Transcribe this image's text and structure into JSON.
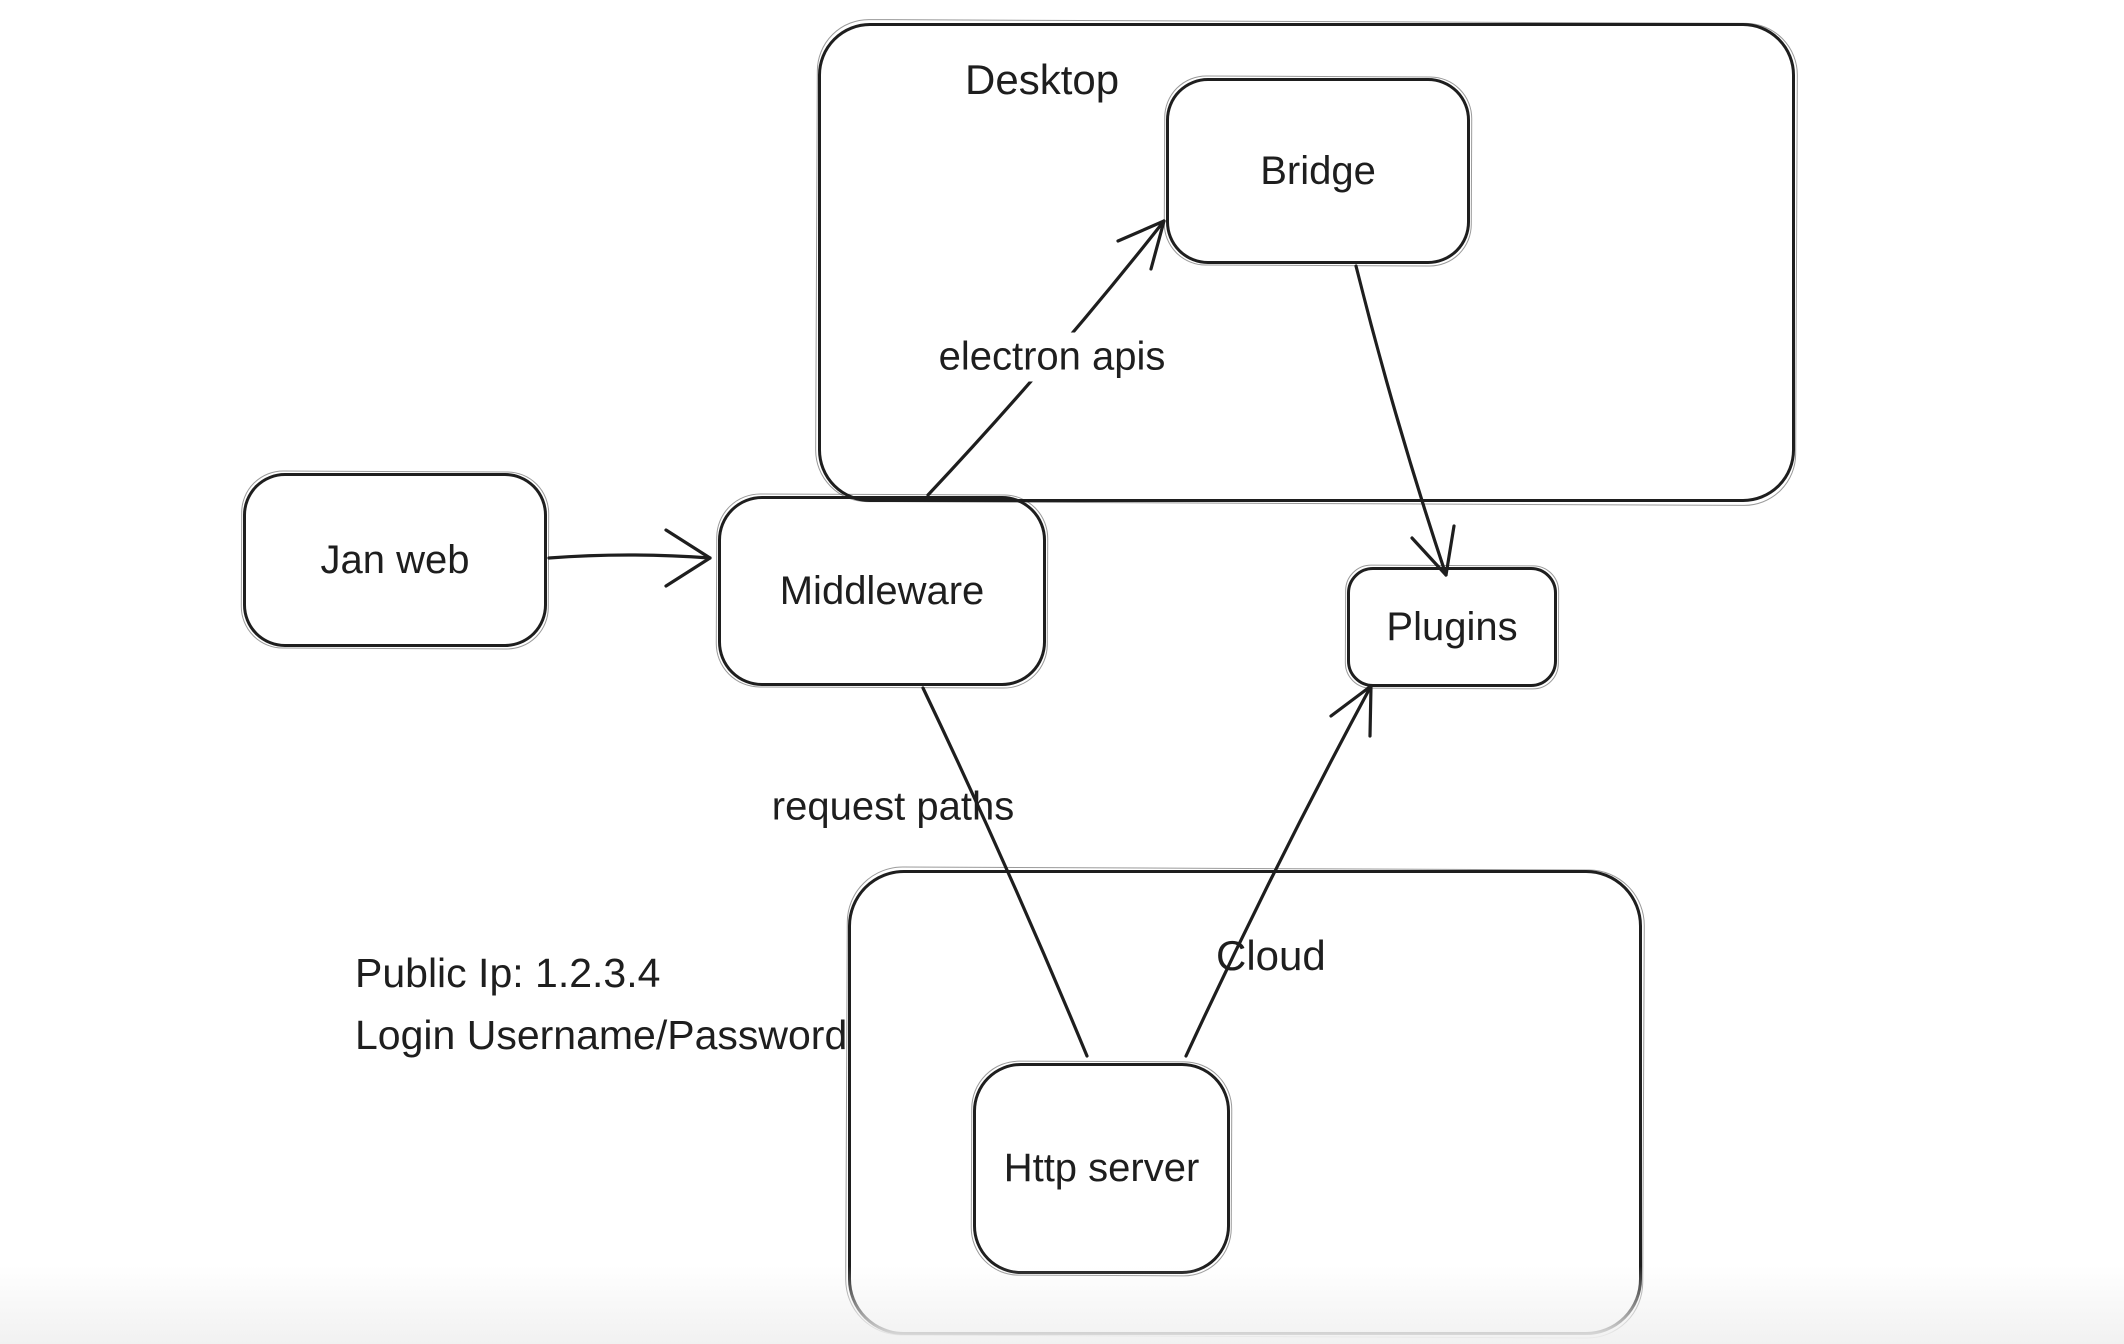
{
  "canvas": {
    "background": "#ffffff",
    "stroke_color": "#1e1e1e",
    "bottom_fade_color": "#f1f1f1"
  },
  "containers": [
    {
      "label": "Desktop"
    },
    {
      "label": "Cloud"
    }
  ],
  "nodes": [
    {
      "label": "Jan web"
    },
    {
      "label": "Middleware"
    },
    {
      "label": "Bridge"
    },
    {
      "label": "Plugins"
    },
    {
      "label": "Http server"
    }
  ],
  "edges": [
    {
      "from": "Jan web",
      "to": "Middleware",
      "label": "",
      "arrowhead": "end"
    },
    {
      "from": "Middleware",
      "to": "Bridge",
      "label": "electron apis",
      "arrowhead": "end"
    },
    {
      "from": "Bridge",
      "to": "Plugins",
      "label": "",
      "arrowhead": "end"
    },
    {
      "from": "Middleware",
      "to": "Http server",
      "label": "request paths",
      "arrowhead": "none"
    },
    {
      "from": "Http server",
      "to": "Plugins",
      "label": "",
      "arrowhead": "end"
    }
  ],
  "annotations": [
    {
      "text": "Public Ip: 1.2.3.4"
    },
    {
      "text": "Login Username/Password"
    }
  ]
}
